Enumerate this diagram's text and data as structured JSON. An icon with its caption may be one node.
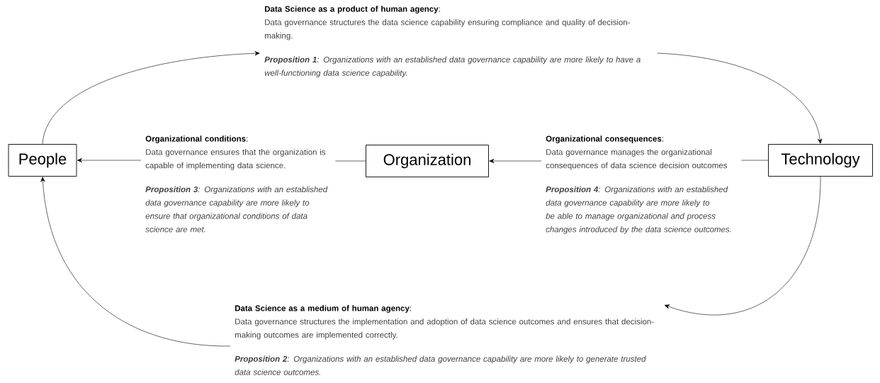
{
  "diagram": {
    "nodes": [
      {
        "text": [
          "**Data Science as a product of human agency**:",
          "Data governance structures the data science capability ensuring compliance and quality of decision-making.",
          "**Proposition 1**: Organizations with an established data governance capability are more likely to have a well-functioning data science capability."
        ]
      },
      {
        "text": [
          "People"
        ]
      },
      {
        "text": [
          "**Organizational conditions**:",
          "Data governance ensures that the organization is capable of implementing data science.",
          "**Proposition 3**: Organizations with an established data governance capability are more likely to ensure that organizational conditions of data science are met."
        ]
      },
      {
        "text": [
          "Organization"
        ]
      },
      {
        "text": [
          "**Organizational consequences**:",
          "Data governance manages the organizational consequences of data science decision outcomes",
          "**Proposition 4**: Organizations with an established data governance capability are more likely to be able to manage organizational and process changes introduced by the data science outcomes."
        ]
      },
      {
        "text": [
          "Technology"
        ]
      },
      {
        "text": [
          "**Data Science as a medium of human agency**:",
          "Data governance structures the implementation and adoption of data science outcomes and ensures that decision-making outcomes are implemented correctly.",
          "**Proposition 2**: Organizations with an established data governance capability are more likely to generate trusted data science outcomes."
        ]
      }
    ],
    "edges": [
      {
        "from": 1,
        "to": 0,
        "arrow": "to"
      },
      {
        "from": 0,
        "to": 5,
        "arrow": "to"
      },
      {
        "from": 5,
        "to": 6,
        "arrow": "to"
      },
      {
        "from": 6,
        "to": 1,
        "arrow": "to"
      },
      {
        "from": 3,
        "to": 2,
        "arrow": "none"
      },
      {
        "from": 2,
        "to": 1,
        "arrow": "to"
      },
      {
        "from": 5,
        "to": 4,
        "arrow": "none"
      },
      {
        "from": 4,
        "to": 3,
        "arrow": "to"
      }
    ]
  }
}
